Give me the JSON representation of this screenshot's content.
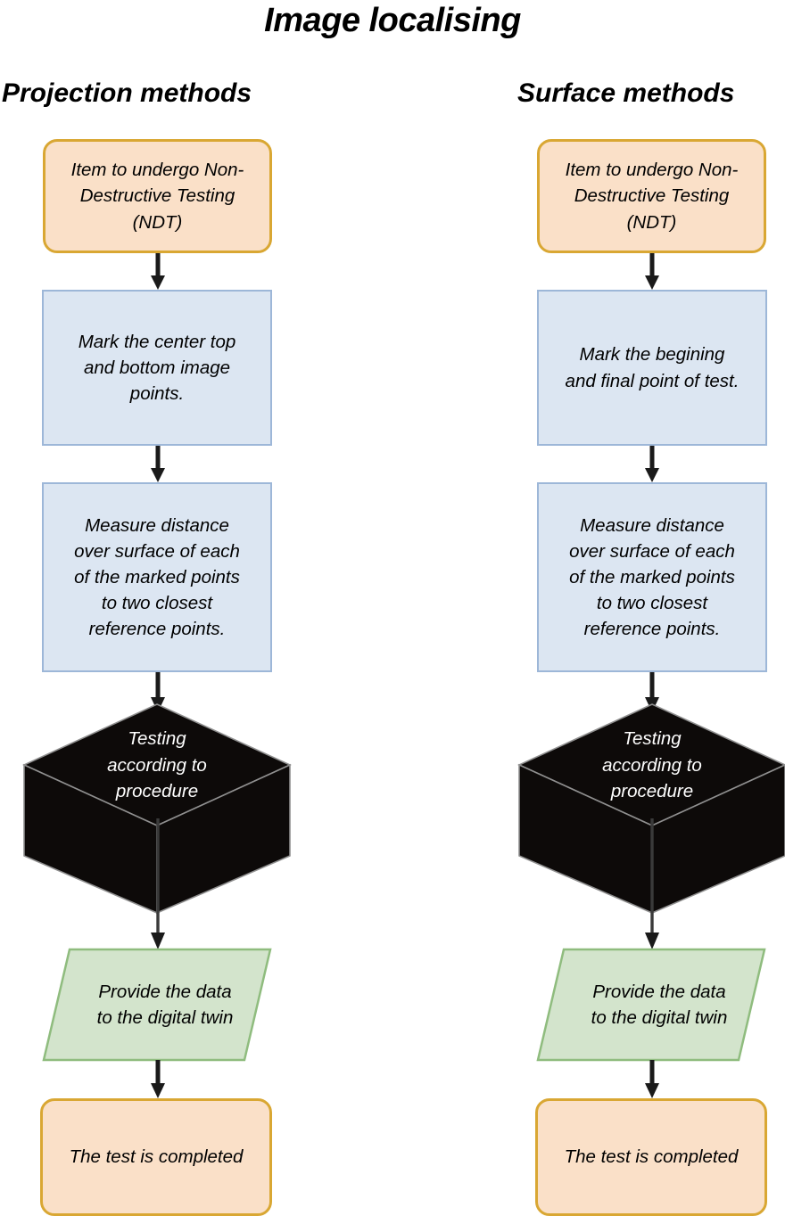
{
  "title": "Image localising",
  "columns": [
    {
      "heading": "Projection methods",
      "nodes": [
        {
          "name": "start",
          "shape": "terminator",
          "text": "Item to undergo Non-\nDestructive Testing\n(NDT)"
        },
        {
          "name": "mark-points",
          "shape": "process",
          "text": "Mark the center top\nand bottom image\npoints."
        },
        {
          "name": "measure-distance",
          "shape": "process",
          "text": "Measure distance\nover surface of each\nof the marked points\nto two closest\nreference points."
        },
        {
          "name": "testing-procedure",
          "shape": "cube",
          "text": "Testing\naccording to\nprocedure"
        },
        {
          "name": "provide-data",
          "shape": "data",
          "text": "Provide the data\nto the digital twin"
        },
        {
          "name": "test-completed",
          "shape": "terminator",
          "text": "The test is completed"
        }
      ]
    },
    {
      "heading": "Surface methods",
      "nodes": [
        {
          "name": "start",
          "shape": "terminator",
          "text": "Item to undergo Non-\nDestructive Testing\n(NDT)"
        },
        {
          "name": "mark-points",
          "shape": "process",
          "text": "Mark the begining\nand final point of test."
        },
        {
          "name": "measure-distance",
          "shape": "process",
          "text": "Measure distance\nover surface of each\nof the marked points\nto two closest\nreference points."
        },
        {
          "name": "testing-procedure",
          "shape": "cube",
          "text": "Testing\naccording to\nprocedure"
        },
        {
          "name": "provide-data",
          "shape": "data",
          "text": "Provide the data\nto the digital twin"
        },
        {
          "name": "test-completed",
          "shape": "terminator",
          "text": "The test is completed"
        }
      ]
    }
  ],
  "colors": {
    "terminator_fill": "#FAE0C8",
    "terminator_border": "#D9A733",
    "process_fill": "#DCE6F2",
    "process_border": "#9DB7D8",
    "data_fill": "#D3E4CC",
    "data_border": "#8FBC7E",
    "cube_fill": "#0D0A09",
    "cube_edge": "#8F8F8F",
    "arrow": "#1A1A1A",
    "background": "#FFFFFF",
    "text": "#000000",
    "cube_text": "#FFFFFF"
  }
}
